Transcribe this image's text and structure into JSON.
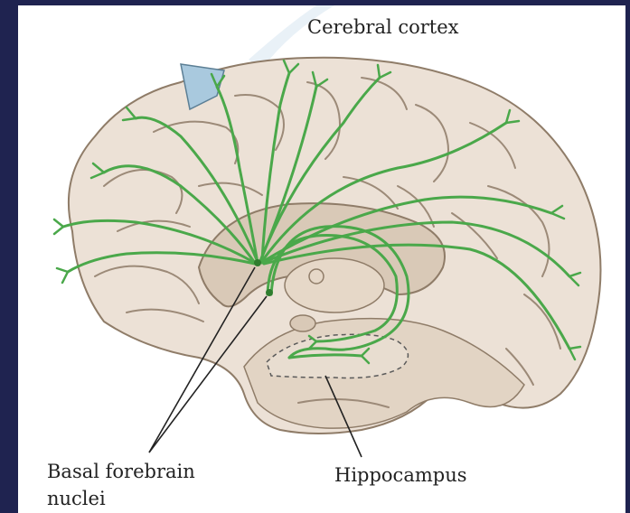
{
  "labels": {
    "cerebral_cortex": "Cerebral cortex",
    "basal_forebrain_line1": "Basal forebrain",
    "basal_forebrain_line2": "nuclei",
    "hippocampus": "Hippocampus"
  },
  "colors": {
    "background_frame": "#1f2350",
    "brain_fill": "#ece1d6",
    "brain_shadow": "#cdbfae",
    "sulcus": "#9c8a78",
    "pathway": "#4aa84a",
    "marker": "#a9c9de"
  }
}
